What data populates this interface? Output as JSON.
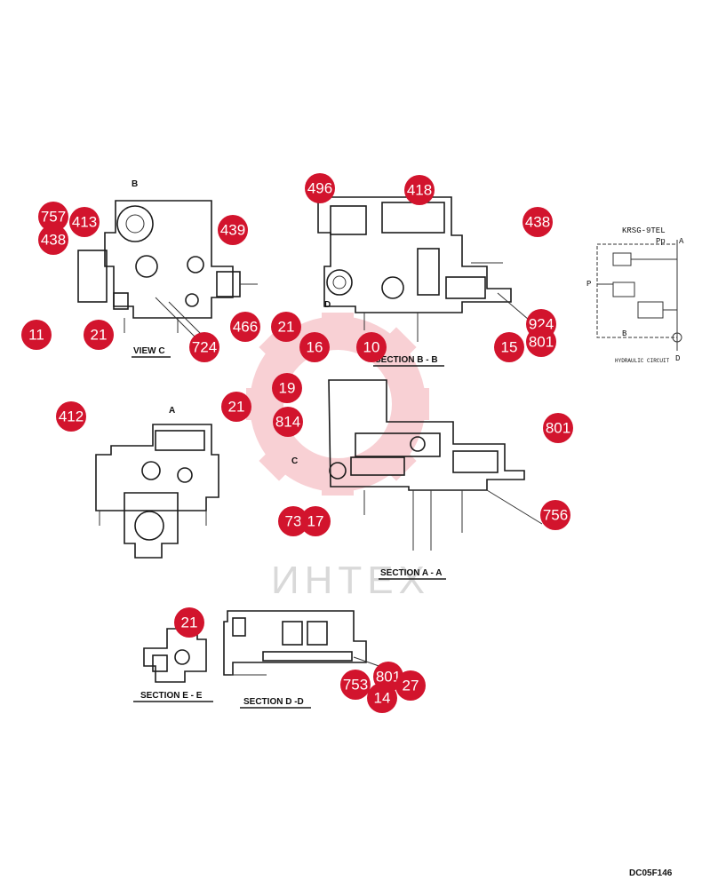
{
  "watermark_text": "ИНТЕХ",
  "reference_code": "DC05F146",
  "labels": {
    "view_c": "VIEW C",
    "section_bb": "SECTION B - B",
    "section_aa": "SECTION A - A",
    "section_ee": "SECTION E - E",
    "section_dd": "SECTION D -D"
  },
  "schematic": {
    "title": "KRSG-9TEL",
    "subtitle": "HYDRAULIC CIRCUIT",
    "port_pp": "Pp",
    "port_a": "A",
    "port_p": "P",
    "port_b": "B",
    "port_d": "D"
  },
  "arrow_labels": {
    "b_top": "B",
    "a_left": "A",
    "c_left": "C",
    "d_left": "D"
  },
  "callouts": [
    {
      "n": "496"
    },
    {
      "n": "418"
    },
    {
      "n": "757"
    },
    {
      "n": "413"
    },
    {
      "n": "438"
    },
    {
      "n": "439"
    },
    {
      "n": "438"
    },
    {
      "n": "11"
    },
    {
      "n": "21"
    },
    {
      "n": "724"
    },
    {
      "n": "466"
    },
    {
      "n": "21"
    },
    {
      "n": "16"
    },
    {
      "n": "10"
    },
    {
      "n": "924"
    },
    {
      "n": "801"
    },
    {
      "n": "15"
    },
    {
      "n": "19"
    },
    {
      "n": "412"
    },
    {
      "n": "21"
    },
    {
      "n": "814"
    },
    {
      "n": "801"
    },
    {
      "n": "73"
    },
    {
      "n": "17"
    },
    {
      "n": "756"
    },
    {
      "n": "21"
    },
    {
      "n": "753"
    },
    {
      "n": "801"
    },
    {
      "n": "27"
    },
    {
      "n": "14"
    }
  ]
}
